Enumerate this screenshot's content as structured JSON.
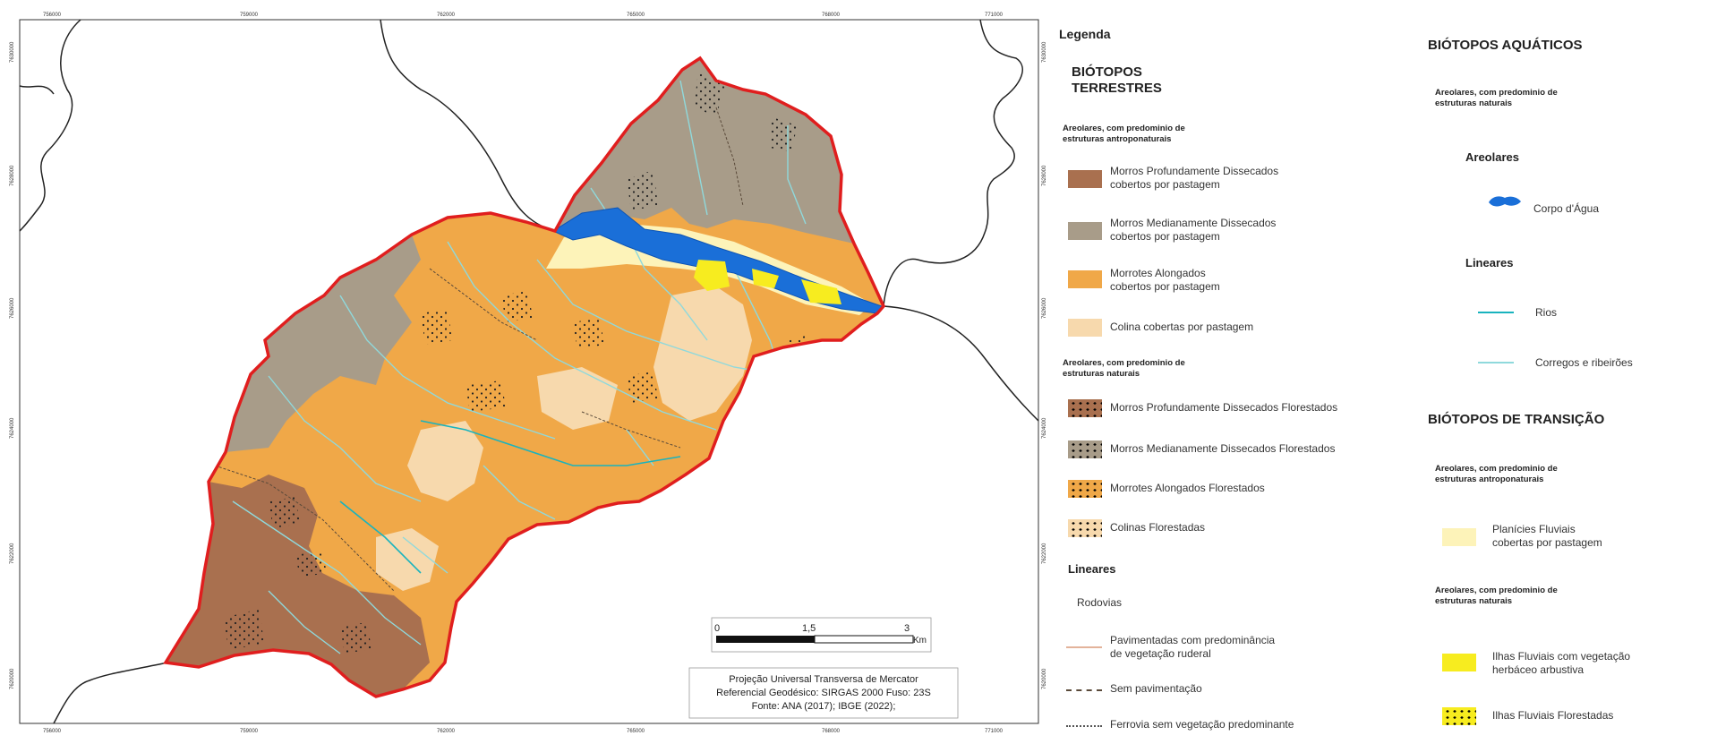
{
  "map": {
    "ticks_x": [
      "756000",
      "759000",
      "762000",
      "765000",
      "768000",
      "771000"
    ],
    "ticks_y": [
      "7630000",
      "7628000",
      "7626000",
      "7624000",
      "7622000",
      "7620000"
    ],
    "scalebar": {
      "labels": [
        "0",
        "1,5",
        "3"
      ],
      "unit": "Km"
    },
    "credits": [
      "Projeção Universal Transversa de Mercator",
      "Referencial Geodésico: SIRGAS 2000 Fuso: 23S",
      "Fonte: ANA (2017); IBGE (2022);"
    ],
    "colors": {
      "morros_prof": "#a9704f",
      "morros_med": "#a89c89",
      "morrotes": "#f0a848",
      "colinas": "#f7d9ad",
      "planicies": "#fdf3b9",
      "ilhas": "#f7ec1f",
      "agua": "#1a6fd8",
      "rios": "#19b3be",
      "corregos": "#8fd9dc",
      "limite": "#e01e1e",
      "municipio": "#222222"
    }
  },
  "legend": {
    "title": "Legenda",
    "terrestres": {
      "heading": "BIÓTOPOS\nTERRESTRES",
      "antro_heading": "Areolares, com predominio de\nestruturas antroponaturais",
      "antro_items": [
        {
          "label": "Morros Profundamente Dissecados\ncobertos por pastagem",
          "color": "#a9704f"
        },
        {
          "label": "Morros Medianamente Dissecados\ncobertos por pastagem",
          "color": "#a89c89"
        },
        {
          "label": "Morrotes Alongados\ncobertos por pastagem",
          "color": "#f0a848"
        },
        {
          "label": "Colina cobertas por pastagem",
          "color": "#f7d9ad"
        }
      ],
      "nat_heading": "Areolares, com predominio de\nestruturas naturais",
      "nat_items": [
        {
          "label": "Morros Profundamente Dissecados Florestados",
          "color": "#a9704f"
        },
        {
          "label": "Morros Medianamente Dissecados Florestados",
          "color": "#a89c89"
        },
        {
          "label": "Morrotes Alongados Florestados",
          "color": "#f0a848"
        },
        {
          "label": "Colinas Florestadas",
          "color": "#f7d9ad"
        }
      ],
      "lineares_heading": "Lineares",
      "rodovias": "Rodovias",
      "pav": "Pavimentadas com predominância\nde vegetação ruderal",
      "sem_pav": "Sem pavimentação",
      "ferrovia": "Ferrovia sem vegetação predominante"
    },
    "aquaticos": {
      "heading": "BIÓTOPOS AQUÁTICOS",
      "sub": "Areolares, com predominio de\nestruturas naturais",
      "areolares": "Areolares",
      "corpo": "Corpo d'Água",
      "lineares": "Lineares",
      "rios": "Rios",
      "corregos": "Corregos e ribeirões"
    },
    "transicao": {
      "heading": "BIÓTOPOS DE TRANSIÇÃO",
      "antro": "Areolares, com predominio de\nestruturas antroponaturais",
      "planicies": "Planícies Fluviais\ncobertas por pastagem",
      "nat": "Areolares, com predominio de\nestruturas naturais",
      "ilhas_veg": "Ilhas Fluviais com vegetação\nherbáceo arbustiva",
      "ilhas_flor": "Ilhas Fluviais Florestadas"
    }
  }
}
